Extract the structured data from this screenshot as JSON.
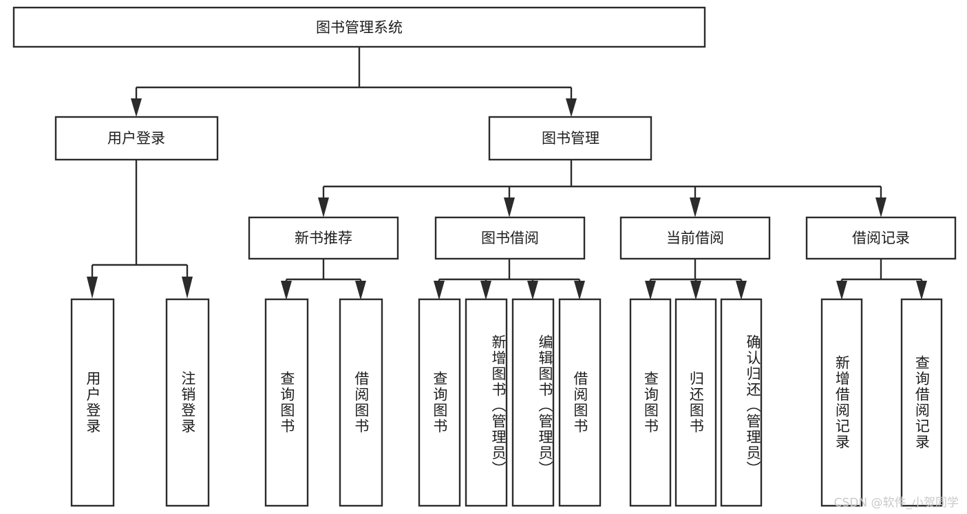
{
  "diagram": {
    "type": "tree",
    "title": "图书管理系统",
    "watermark": "CSDN @软件_小贺同学",
    "colors": {
      "stroke": "#2b2b2b",
      "fill": "#ffffff",
      "text": "#1d1d1d",
      "watermark": "#c9c9c9",
      "background": "#ffffff"
    },
    "levels": {
      "root": {
        "label": "图书管理系统"
      },
      "level2": [
        {
          "label": "用户登录"
        },
        {
          "label": "图书管理"
        }
      ],
      "level3": [
        {
          "label": "新书推荐"
        },
        {
          "label": "图书借阅"
        },
        {
          "label": "当前借阅"
        },
        {
          "label": "借阅记录"
        }
      ],
      "leaves": {
        "user_login": [
          {
            "label": "用户登录"
          },
          {
            "label": "注销登录"
          }
        ],
        "new_book_recommend": [
          {
            "label": "查询图书"
          },
          {
            "label": "借阅图书"
          }
        ],
        "book_borrow": [
          {
            "label": "查询图书"
          },
          {
            "label": "新增图书（管理员）"
          },
          {
            "label": "编辑图书（管理员）"
          },
          {
            "label": "借阅图书"
          }
        ],
        "current_borrow": [
          {
            "label": "查询图书"
          },
          {
            "label": "归还图书"
          },
          {
            "label": "确认归还（管理员）"
          }
        ],
        "borrow_record": [
          {
            "label": "新增借阅记录"
          },
          {
            "label": "查询借阅记录"
          }
        ]
      }
    }
  }
}
